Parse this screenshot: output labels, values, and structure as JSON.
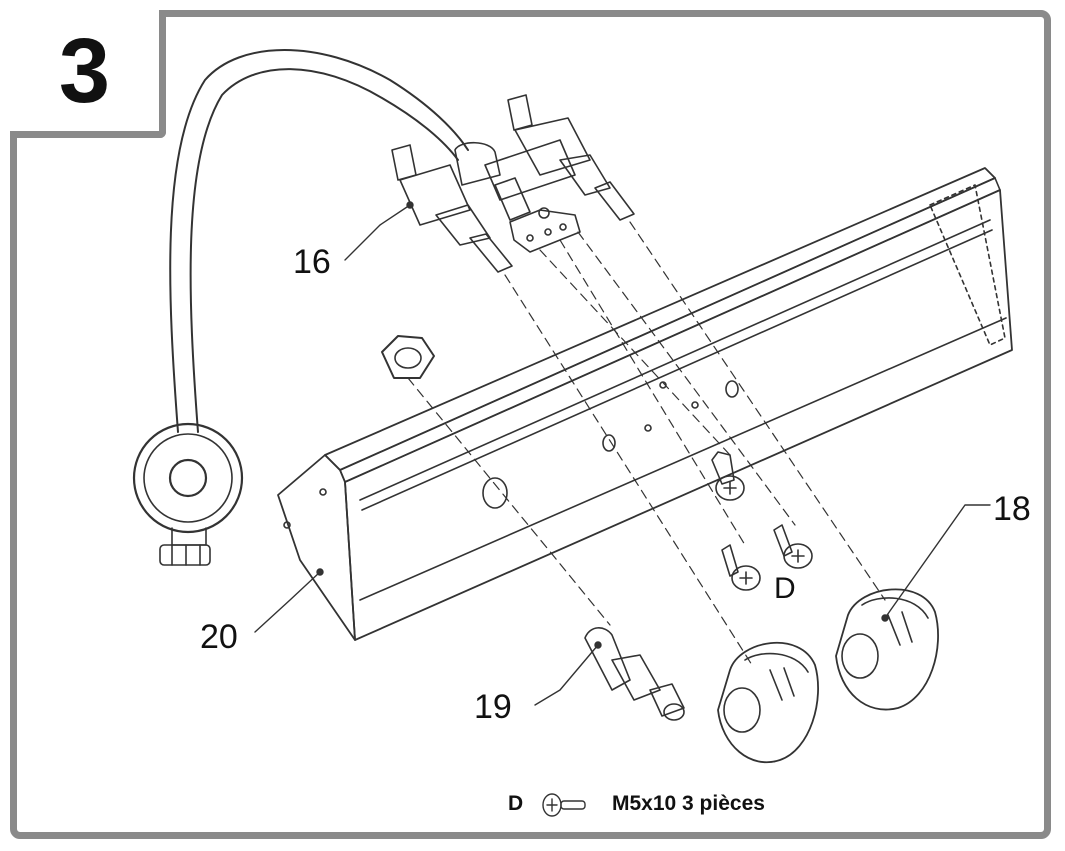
{
  "step": {
    "number": "3"
  },
  "parts": {
    "p16": "16",
    "p18": "18",
    "p19": "19",
    "p20": "20",
    "pD": "D"
  },
  "legend": {
    "letter": "D",
    "spec": "M5x10  3 pièces"
  },
  "colors": {
    "frame": "#8a8a8a",
    "ink": "#111111",
    "line": "#333333"
  },
  "icons": [
    "screw-icon"
  ]
}
